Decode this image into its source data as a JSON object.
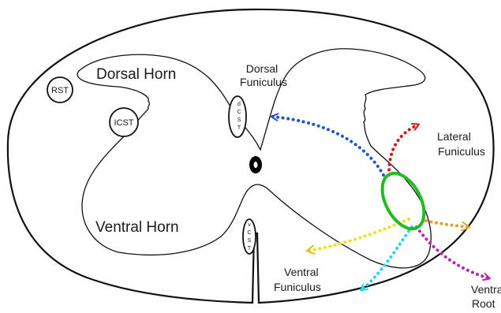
{
  "labels": {
    "dorsal_horn": "Dorsal Horn",
    "ventral_horn": "Ventral Horn",
    "dorsal_funiculus_1": "Dorsal",
    "dorsal_funiculus_2": "Funiculus",
    "lateral_funiculus_1": "Lateral",
    "lateral_funiculus_2": "Funiculus",
    "ventral_funiculus_1": "Ventral",
    "ventral_funiculus_2": "Funiculus",
    "ventral_root_1": "Ventral",
    "ventral_root_2": "Root"
  },
  "tracts": {
    "rst": "RST",
    "icst": "ICST",
    "dcst": [
      "d",
      "C",
      "S",
      "T"
    ],
    "vcst": [
      "v",
      "C",
      "S",
      "T"
    ]
  },
  "colors": {
    "outline": "#111111",
    "lesion": "#22bb22",
    "arrow_dorsal": "#1f57c7",
    "arrow_lateral": "#c41e1e",
    "arrow_ventral_yellow": "#f0e21a",
    "arrow_ventral_orange": "#e0a02a",
    "arrow_ventral_cyan": "#22d8e8",
    "arrow_root": "#b329b3"
  }
}
